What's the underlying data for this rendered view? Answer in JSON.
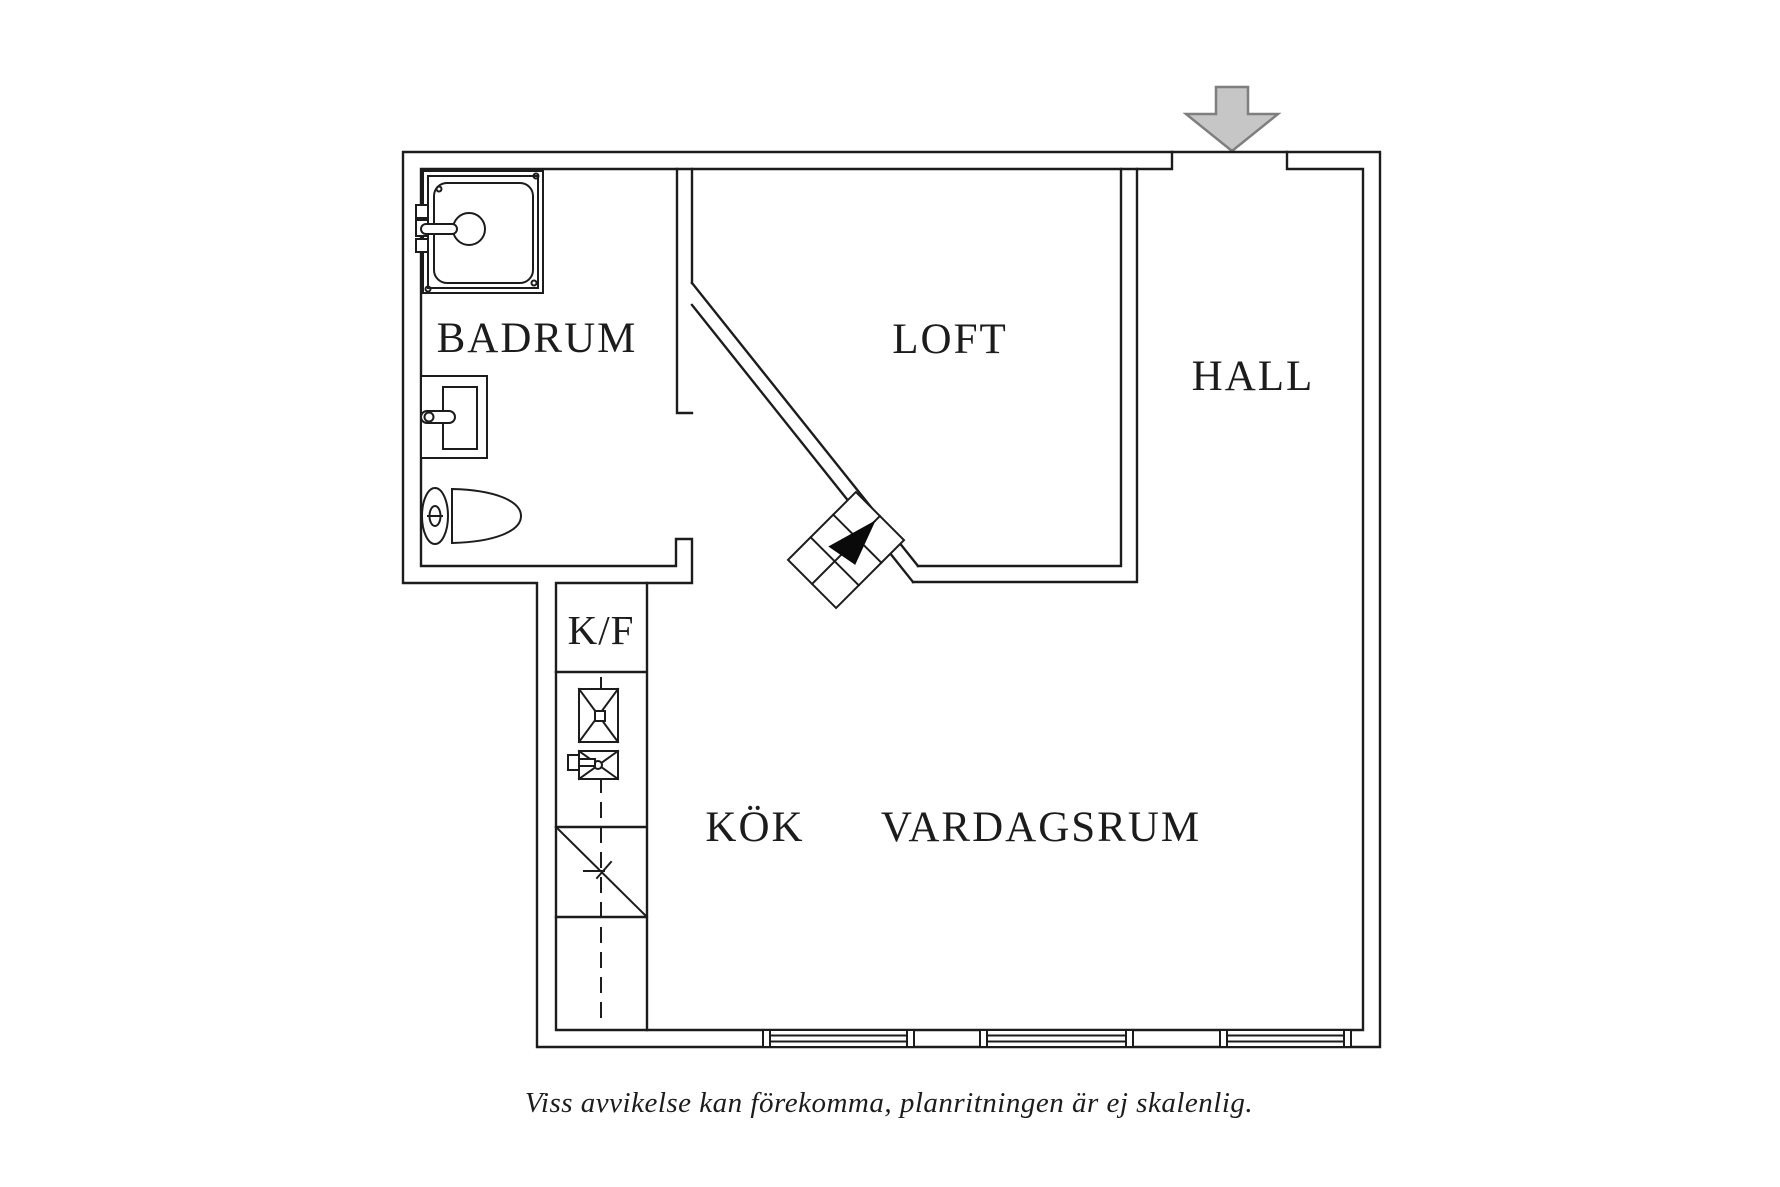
{
  "floorplan": {
    "labels": {
      "badrum": "BADRUM",
      "loft": "LOFT",
      "hall": "HALL",
      "kok": "KÖK",
      "vardagsrum": "VARDAGSRUM",
      "kf": "K/F"
    },
    "caption": "Viss avvikelse kan förekomma, planritningen är ej skalenlig.",
    "colors": {
      "line": "#1c1c1c",
      "entry_arrow_fill": "#c6c6c6",
      "entry_arrow_stroke": "#7f7f7f",
      "background": "#ffffff",
      "stair_arrow_fill": "#0a0a0a"
    },
    "icons": {
      "entry_arrow": "entry-direction-arrow",
      "shower": "shower-cabin",
      "sink": "bathroom-sink",
      "toilet": "toilet",
      "kitchen_sink": "kitchen-double-sink",
      "dishwasher": "dishwasher",
      "stairs": "staircase-with-up-arrow",
      "windows": "window-symbol"
    }
  }
}
